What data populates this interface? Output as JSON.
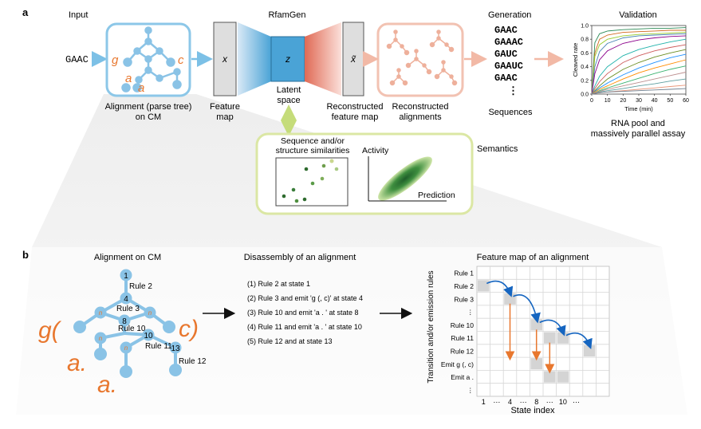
{
  "panel_a": {
    "label": "a",
    "input": {
      "title": "Input",
      "seq": "GAAC"
    },
    "tree": {
      "letter_g": "g",
      "letter_c": "c",
      "letter_a1": "a",
      "letter_a2": "a"
    },
    "alignment_caption": [
      "Alignment (parse tree)",
      "on CM"
    ],
    "model_title": "RfamGen",
    "x_label": "x",
    "z_label": "z",
    "xhat_label": "x̃",
    "feature_map_caption": [
      "Feature",
      "map"
    ],
    "latent_caption": [
      "Latent",
      "space"
    ],
    "recon_feature_caption": [
      "Reconstructed",
      "feature map"
    ],
    "recon_align_caption": [
      "Reconstructed",
      "alignments"
    ],
    "generation": {
      "title": "Generation",
      "sequences": [
        "GAAC",
        "GAAAC",
        "GAUC",
        "GAAUC",
        "GAAC"
      ],
      "ellipsis": "⋮",
      "caption": "Sequences"
    },
    "validation": {
      "title": "Validation",
      "caption": [
        "RNA pool and",
        "massively parallel assay"
      ]
    },
    "semantics": {
      "label": "Semantics",
      "similarity_title": [
        "Sequence and/or",
        "structure similarities"
      ],
      "activity_label": "Activity",
      "prediction_label": "Prediction"
    }
  },
  "panel_b": {
    "label": "b",
    "tree_title": "Alignment on CM",
    "nodes": {
      "n1": "1",
      "n4": "4",
      "n8": "8",
      "n10": "10",
      "n13": "13",
      "nx": "n"
    },
    "rule_labels": [
      "Rule 2",
      "Rule 3",
      "Rule 10",
      "Rule 11",
      "Rule 12"
    ],
    "emit_g": "g(",
    "emit_c": "c)",
    "emit_a": "a.",
    "disassembly": {
      "title": "Disassembly of an alignment",
      "steps": [
        "(1) Rule 2 at state 1",
        "(2) Rule 3 and emit 'g (, c)' at state 4",
        "(3) Rule 10 and emit 'a . ' at state 8",
        "(4) Rule 11 and emit 'a . ' at state 10",
        "(5) Rule 12 and at state 13"
      ]
    },
    "feature_map": {
      "title": "Feature map of an alignment",
      "ylabel": "Transition and/or emission rules",
      "xlabel": "State index",
      "row_labels": [
        "Rule 1",
        "Rule 2",
        "Rule 3",
        "⋮",
        "Rule 10",
        "Rule 11",
        "Rule 12",
        "Emit g (, c)",
        "Emit a .",
        "⋮"
      ],
      "col_labels": [
        "1",
        "⋯",
        "4",
        "⋯",
        "8",
        "⋯",
        "10",
        "⋯"
      ]
    }
  },
  "chart_data": {
    "type": "line",
    "title": "",
    "xlabel": "Time (min)",
    "ylabel": "Cleaved rate",
    "xlim": [
      0,
      60
    ],
    "ylim": [
      0,
      1.0
    ],
    "xticks": [
      0,
      10,
      20,
      30,
      40,
      50,
      60
    ],
    "yticks": [
      0,
      0.2,
      0.4,
      0.6,
      0.8,
      1.0
    ],
    "x": [
      0,
      2,
      5,
      10,
      20,
      30,
      40,
      50,
      60
    ],
    "series": [
      {
        "color": "#2e8b57",
        "values": [
          0.0,
          0.75,
          0.88,
          0.92,
          0.94,
          0.95,
          0.96,
          0.96,
          0.97
        ]
      },
      {
        "color": "#d2691e",
        "values": [
          0.0,
          0.6,
          0.8,
          0.86,
          0.9,
          0.91,
          0.92,
          0.93,
          0.93
        ]
      },
      {
        "color": "#9acd32",
        "values": [
          0.0,
          0.55,
          0.72,
          0.8,
          0.85,
          0.87,
          0.88,
          0.89,
          0.9
        ]
      },
      {
        "color": "#4682b4",
        "values": [
          0.0,
          0.4,
          0.62,
          0.74,
          0.82,
          0.85,
          0.86,
          0.87,
          0.88
        ]
      },
      {
        "color": "#8b008b",
        "values": [
          0.0,
          0.3,
          0.5,
          0.63,
          0.74,
          0.79,
          0.82,
          0.84,
          0.85
        ]
      },
      {
        "color": "#20b2aa",
        "values": [
          0.0,
          0.12,
          0.26,
          0.4,
          0.56,
          0.65,
          0.71,
          0.76,
          0.8
        ]
      },
      {
        "color": "#cd5c5c",
        "values": [
          0.0,
          0.08,
          0.18,
          0.3,
          0.46,
          0.56,
          0.63,
          0.68,
          0.72
        ]
      },
      {
        "color": "#6b8e23",
        "values": [
          0.0,
          0.05,
          0.12,
          0.22,
          0.36,
          0.46,
          0.54,
          0.6,
          0.65
        ]
      },
      {
        "color": "#1e90ff",
        "values": [
          0.0,
          0.04,
          0.09,
          0.16,
          0.28,
          0.38,
          0.46,
          0.53,
          0.58
        ]
      },
      {
        "color": "#ff8c00",
        "values": [
          0.0,
          0.03,
          0.07,
          0.12,
          0.22,
          0.31,
          0.38,
          0.44,
          0.5
        ]
      },
      {
        "color": "#3cb371",
        "values": [
          0.0,
          0.02,
          0.05,
          0.09,
          0.16,
          0.23,
          0.3,
          0.36,
          0.41
        ]
      },
      {
        "color": "#bc8f8f",
        "values": [
          0.0,
          0.02,
          0.04,
          0.07,
          0.12,
          0.17,
          0.22,
          0.27,
          0.32
        ]
      },
      {
        "color": "#5f9ea0",
        "values": [
          0.0,
          0.01,
          0.03,
          0.05,
          0.08,
          0.12,
          0.15,
          0.19,
          0.22
        ]
      },
      {
        "color": "#e9967a",
        "values": [
          0.0,
          0.01,
          0.02,
          0.03,
          0.05,
          0.07,
          0.09,
          0.11,
          0.13
        ]
      },
      {
        "color": "#708090",
        "values": [
          0.0,
          0.01,
          0.02,
          0.03,
          0.04,
          0.05,
          0.06,
          0.07,
          0.08
        ]
      }
    ]
  }
}
